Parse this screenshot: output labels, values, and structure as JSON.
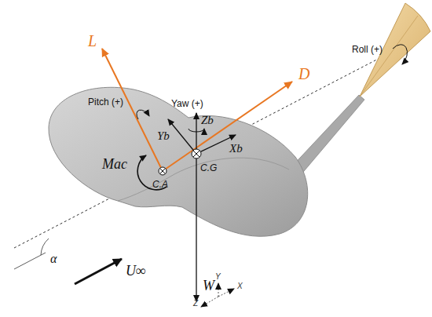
{
  "diagram": {
    "labels": [
      "L",
      "Pitch (+)",
      "Yaw (+)",
      "Zb",
      "Yb",
      "Xb",
      "D",
      "Roll (+)",
      "Mac",
      "C.A",
      "C.G",
      "W",
      "α",
      "U∞",
      "Z",
      "Y",
      "X"
    ]
  }
}
